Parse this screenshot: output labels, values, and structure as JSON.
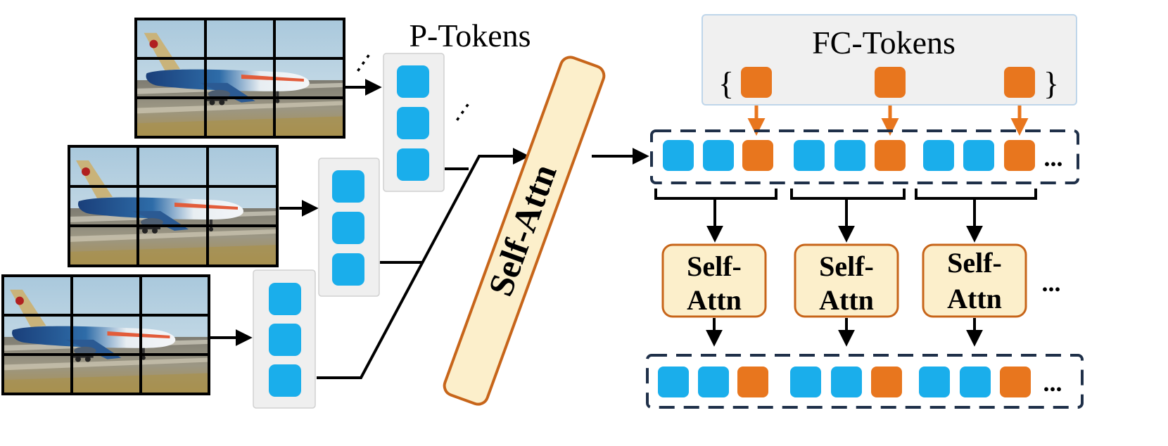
{
  "labels": {
    "p_tokens": "P-Tokens",
    "fc_tokens": "FC-Tokens",
    "brace_open": "{",
    "brace_close": "}",
    "ellipsis": "...",
    "vertical_dots": "⋮",
    "self_attn_main": "Self-Attn",
    "self_attn_line1": "Self-",
    "self_attn_line2": "Attn"
  },
  "frames": [
    {
      "id": "frame-back",
      "grid": [
        3,
        3
      ]
    },
    {
      "id": "frame-middle",
      "grid": [
        3,
        3
      ]
    },
    {
      "id": "frame-front",
      "grid": [
        3,
        3
      ]
    }
  ],
  "token_groups": [
    "blue",
    "blue",
    "orange"
  ],
  "colors": {
    "blue_token": "#1AAEEB",
    "orange_token": "#E8761E",
    "self_attn_fill": "#FCEFCB",
    "self_attn_stroke": "#C7651A",
    "dashed_border": "#1F3049",
    "fc_panel_fill": "#F0F0F0",
    "fc_panel_stroke": "#BFD6EA",
    "p_panel_fill": "#EFEFEF",
    "sky": "#B9D3E3",
    "runway": "#8E8A7A",
    "grass": "#9A8B55"
  },
  "icons": [
    "airplane-photo",
    "arrow-right",
    "arrow-down",
    "curly-brace"
  ]
}
